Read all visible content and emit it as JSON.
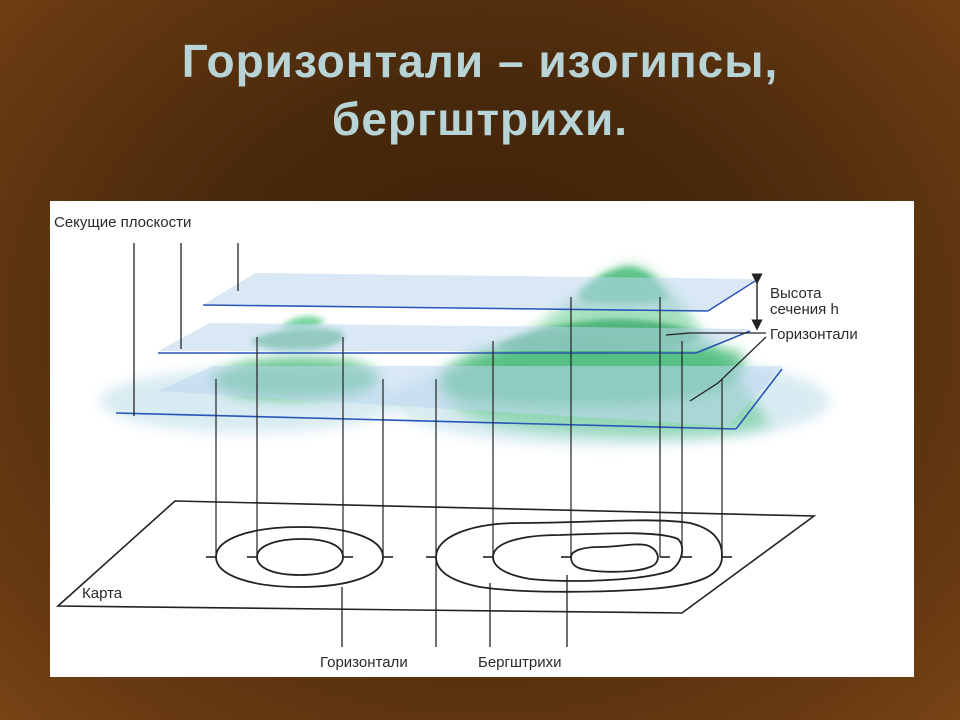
{
  "title": {
    "line1": "Горизонтали – изогипсы,",
    "line2": "бергштрихи."
  },
  "diagram": {
    "labels": {
      "cutting_planes": "Секущие плоскости",
      "section_height_1": "Высота",
      "section_height_2": "сечения h",
      "contours_top": "Горизонтали",
      "map": "Карта",
      "contours_bottom": "Горизонтали",
      "hachures": "Бергштрихи"
    },
    "colors": {
      "background": "#5a3210",
      "title": "#b9d4d7",
      "plane_fill": "#c5dcf0",
      "plane_edge": "#2a55b8",
      "terrain": "#4cbf7a",
      "line": "#222222"
    }
  }
}
